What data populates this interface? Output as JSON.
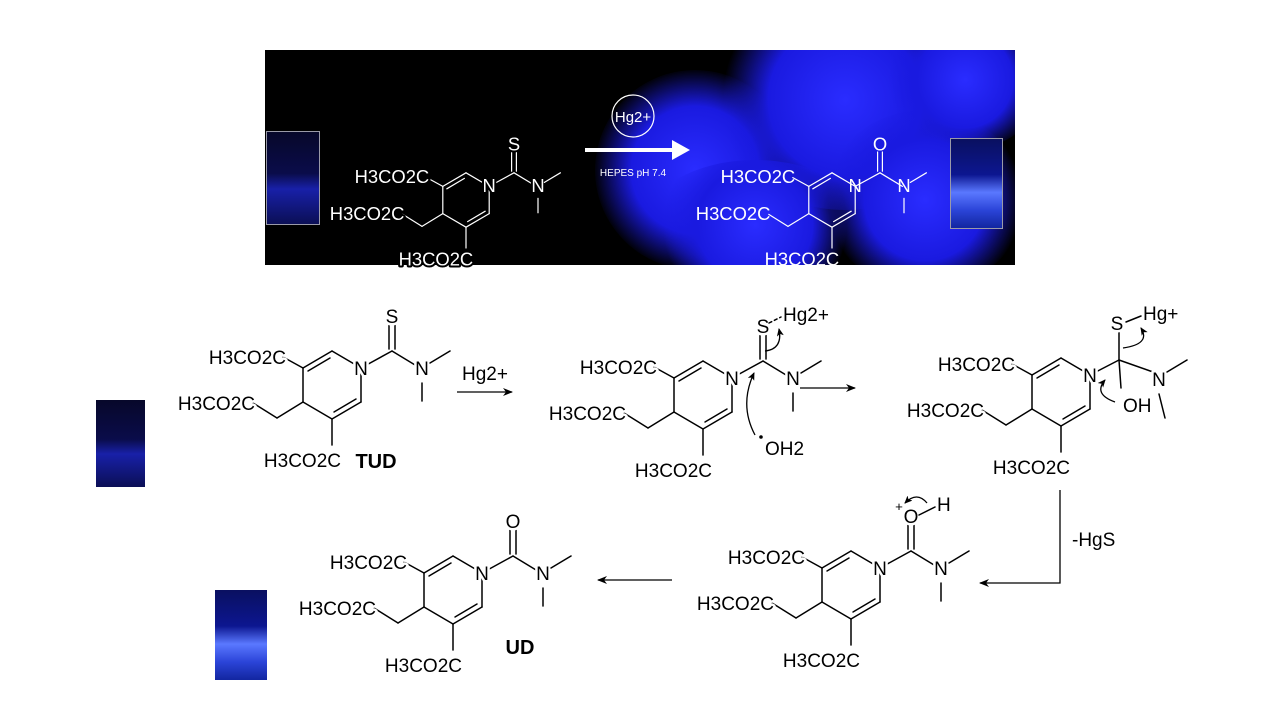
{
  "labels": {
    "ester": "H3CO2C",
    "n": "N",
    "s": "S",
    "o": "O",
    "hg2": "Hg2+",
    "hg1": "Hg+",
    "oh": "OH",
    "oh2": "OH2",
    "h": "H",
    "plus": "+"
  },
  "banner": {
    "reagent": "Hg2+",
    "conditions": "HEPES pH 7.4"
  },
  "scheme": {
    "step1_reagent": "Hg2+",
    "byproduct": "-HgS",
    "compound_tud": "TUD",
    "compound_ud": "UD"
  },
  "colors": {
    "fluorescence": "#1a1ae0",
    "banner_bg": "#000000"
  }
}
